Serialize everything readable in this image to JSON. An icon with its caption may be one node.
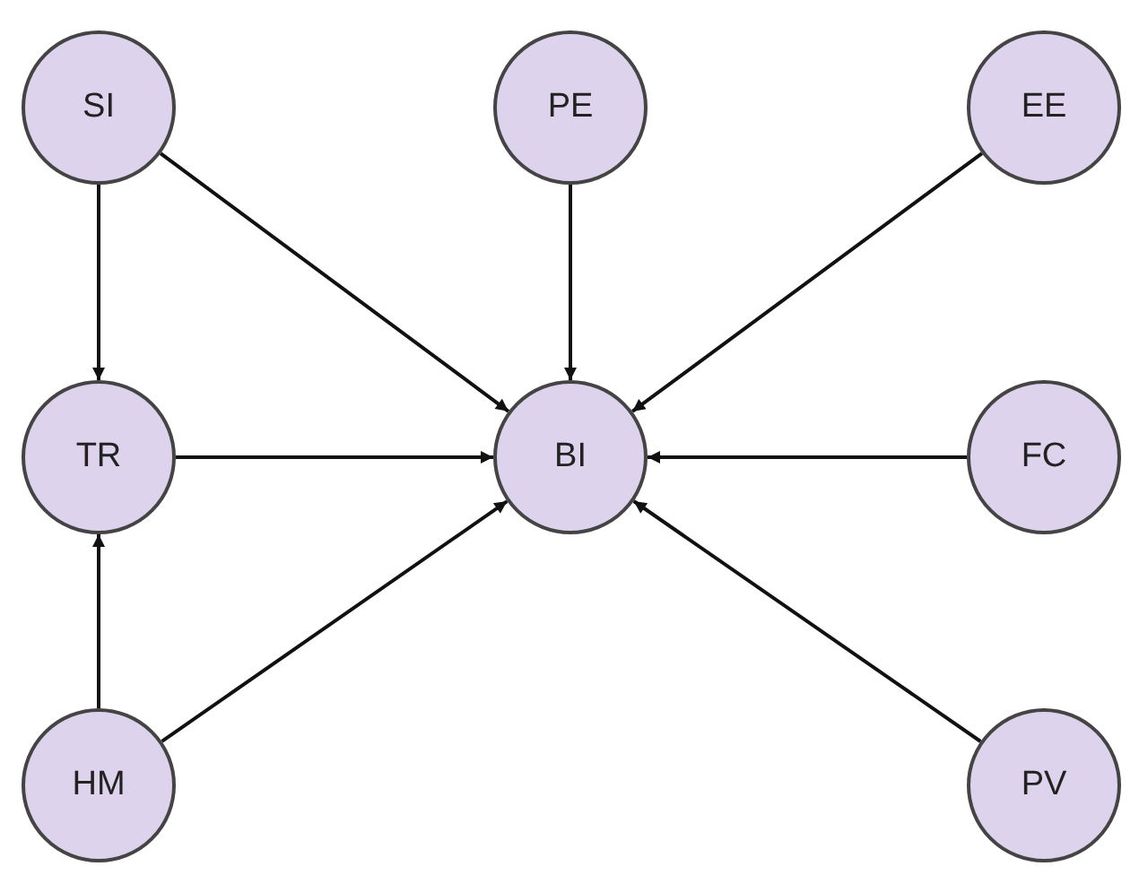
{
  "diagram": {
    "nodes": [
      {
        "text": [
          "SI"
        ]
      },
      {
        "text": [
          "PE"
        ]
      },
      {
        "text": [
          "EE"
        ]
      },
      {
        "text": [
          "TR"
        ]
      },
      {
        "text": [
          "BI"
        ]
      },
      {
        "text": [
          "FC"
        ]
      },
      {
        "text": [
          "HM"
        ]
      },
      {
        "text": [
          "PV"
        ]
      }
    ],
    "edges": [
      {
        "from": 0,
        "to": 3,
        "arrow": "to"
      },
      {
        "from": 0,
        "to": 4,
        "arrow": "to"
      },
      {
        "from": 1,
        "to": 4,
        "arrow": "to"
      },
      {
        "from": 2,
        "to": 4,
        "arrow": "to"
      },
      {
        "from": 3,
        "to": 4,
        "arrow": "to"
      },
      {
        "from": 5,
        "to": 4,
        "arrow": "to"
      },
      {
        "from": 6,
        "to": 3,
        "arrow": "to"
      },
      {
        "from": 6,
        "to": 4,
        "arrow": "to"
      },
      {
        "from": 7,
        "to": 4,
        "arrow": "to"
      }
    ]
  }
}
